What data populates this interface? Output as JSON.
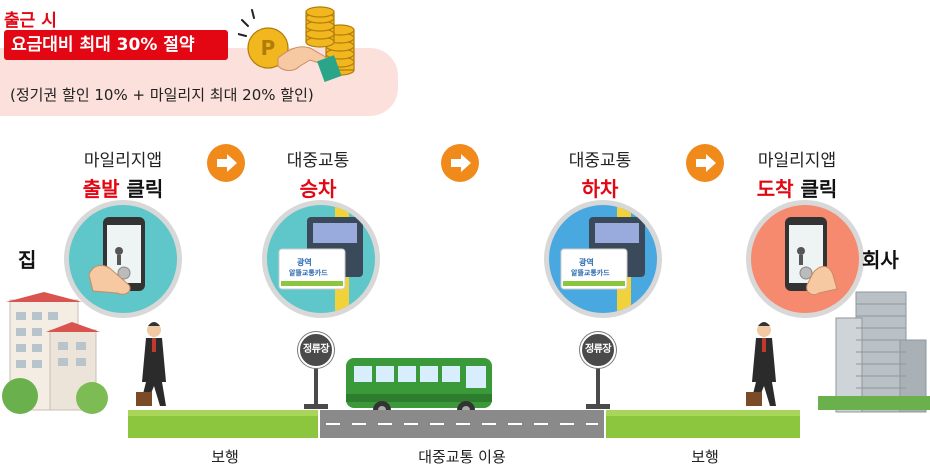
{
  "banner": {
    "headline": "출근 시",
    "tag": "요금대비 최대 30% 절약",
    "note": "(정기권 할인 10% + 마일리지 최대 20% 할인)"
  },
  "steps": [
    {
      "line1": "마일리지앱",
      "highlight": "출발",
      "suffix": " 클릭"
    },
    {
      "line1": "대중교통",
      "highlight": "승차",
      "suffix": ""
    },
    {
      "line1": "대중교통",
      "highlight": "하차",
      "suffix": ""
    },
    {
      "line1": "마일리지앱",
      "highlight": "도착",
      "suffix": " 클릭"
    }
  ],
  "places": {
    "home": "집",
    "office": "회사"
  },
  "card_text": {
    "title": "광역\n알뜰교통카드"
  },
  "stop_label": "정류장",
  "bottom": {
    "walk_left": "보행",
    "transit": "대중교통 이용",
    "walk_right": "보행"
  },
  "colors": {
    "accent_red": "#e30613",
    "arrow_orange": "#f08a1a",
    "grass": "#8cc63f",
    "bus_green": "#3a9a3a",
    "circle_teal": "#5fc6c9",
    "circle_blue": "#4aa8e0",
    "circle_salmon": "#f58a6e"
  },
  "icons": [
    "coins-hand-icon",
    "arrow-right-icon",
    "phone-app-icon",
    "card-reader-icon",
    "bus-icon",
    "walking-man-icon",
    "bus-stop-icon"
  ]
}
